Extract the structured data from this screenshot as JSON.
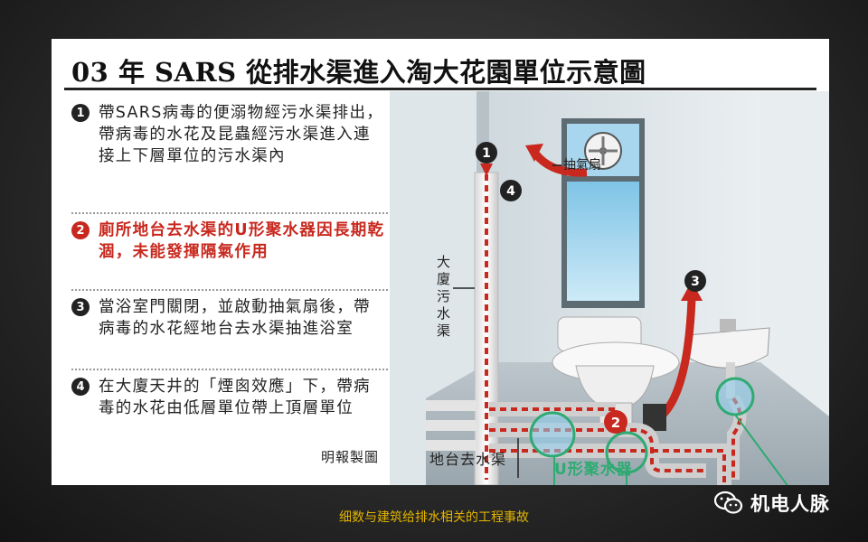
{
  "title": "03 年 SARS 從排水渠進入淘大花園單位示意圖",
  "steps": [
    {
      "num": "1",
      "text": "帶SARS病毒的便溺物經污水渠排出，帶病毒的水花及昆蟲經污水渠進入連接上下層單位的污水渠內"
    },
    {
      "num": "2",
      "text": "廁所地台去水渠的U形聚水器因長期乾涸，未能發揮隔氣作用"
    },
    {
      "num": "3",
      "text": "當浴室門關閉，並啟動抽氣扇後，帶病毒的水花經地台去水渠抽進浴室"
    },
    {
      "num": "4",
      "text": "在大廈天井的「煙囪效應」下，帶病毒的水花由低層單位帶上頂層單位"
    }
  ],
  "credit": "明報製圖",
  "labels": {
    "fan": "抽氣扇",
    "sewer": "大廈污水渠",
    "floor_drain": "地台去水渠",
    "u_trap": "U形聚水器",
    "m1": "1",
    "m2": "2",
    "m3": "3",
    "m4": "4"
  },
  "caption": "细数与建筑给排水相关的工程事故",
  "logo_text": "机电人脉",
  "icons": [
    "wechat-icon"
  ],
  "colors": {
    "red": "#c8281e",
    "green": "#2eaa72",
    "accent_caption": "#e2b400"
  }
}
